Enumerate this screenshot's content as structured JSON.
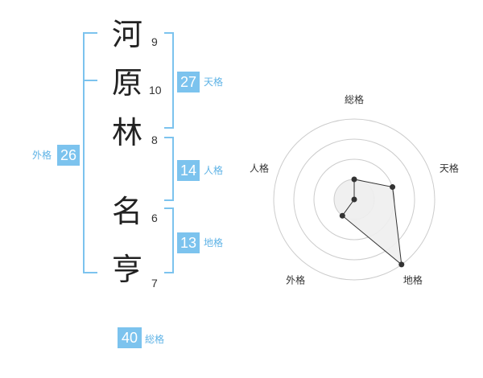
{
  "name": {
    "chars": [
      {
        "char": "河",
        "strokes": "9"
      },
      {
        "char": "原",
        "strokes": "10"
      },
      {
        "char": "林",
        "strokes": "8"
      },
      {
        "char": "名",
        "strokes": "6"
      },
      {
        "char": "亨",
        "strokes": "7"
      }
    ]
  },
  "fortune": {
    "tenkaku": {
      "value": "27",
      "label": "天格"
    },
    "jinkaku": {
      "value": "14",
      "label": "人格"
    },
    "chikaku": {
      "value": "13",
      "label": "地格"
    },
    "gaikaku": {
      "value": "26",
      "label": "外格"
    },
    "soukaku": {
      "value": "40",
      "label": "総格"
    }
  },
  "chart_data": {
    "type": "radar",
    "axes": [
      "総格",
      "天格",
      "地格",
      "外格",
      "人格"
    ],
    "values": [
      2,
      3,
      5,
      2,
      1
    ],
    "max": 5,
    "rings": 4
  },
  "colors": {
    "accent": "#7cc3ee",
    "accent_text": "#5fb3e6",
    "ring": "#cccccc",
    "fill": "#eeeeee",
    "line": "#333333"
  }
}
